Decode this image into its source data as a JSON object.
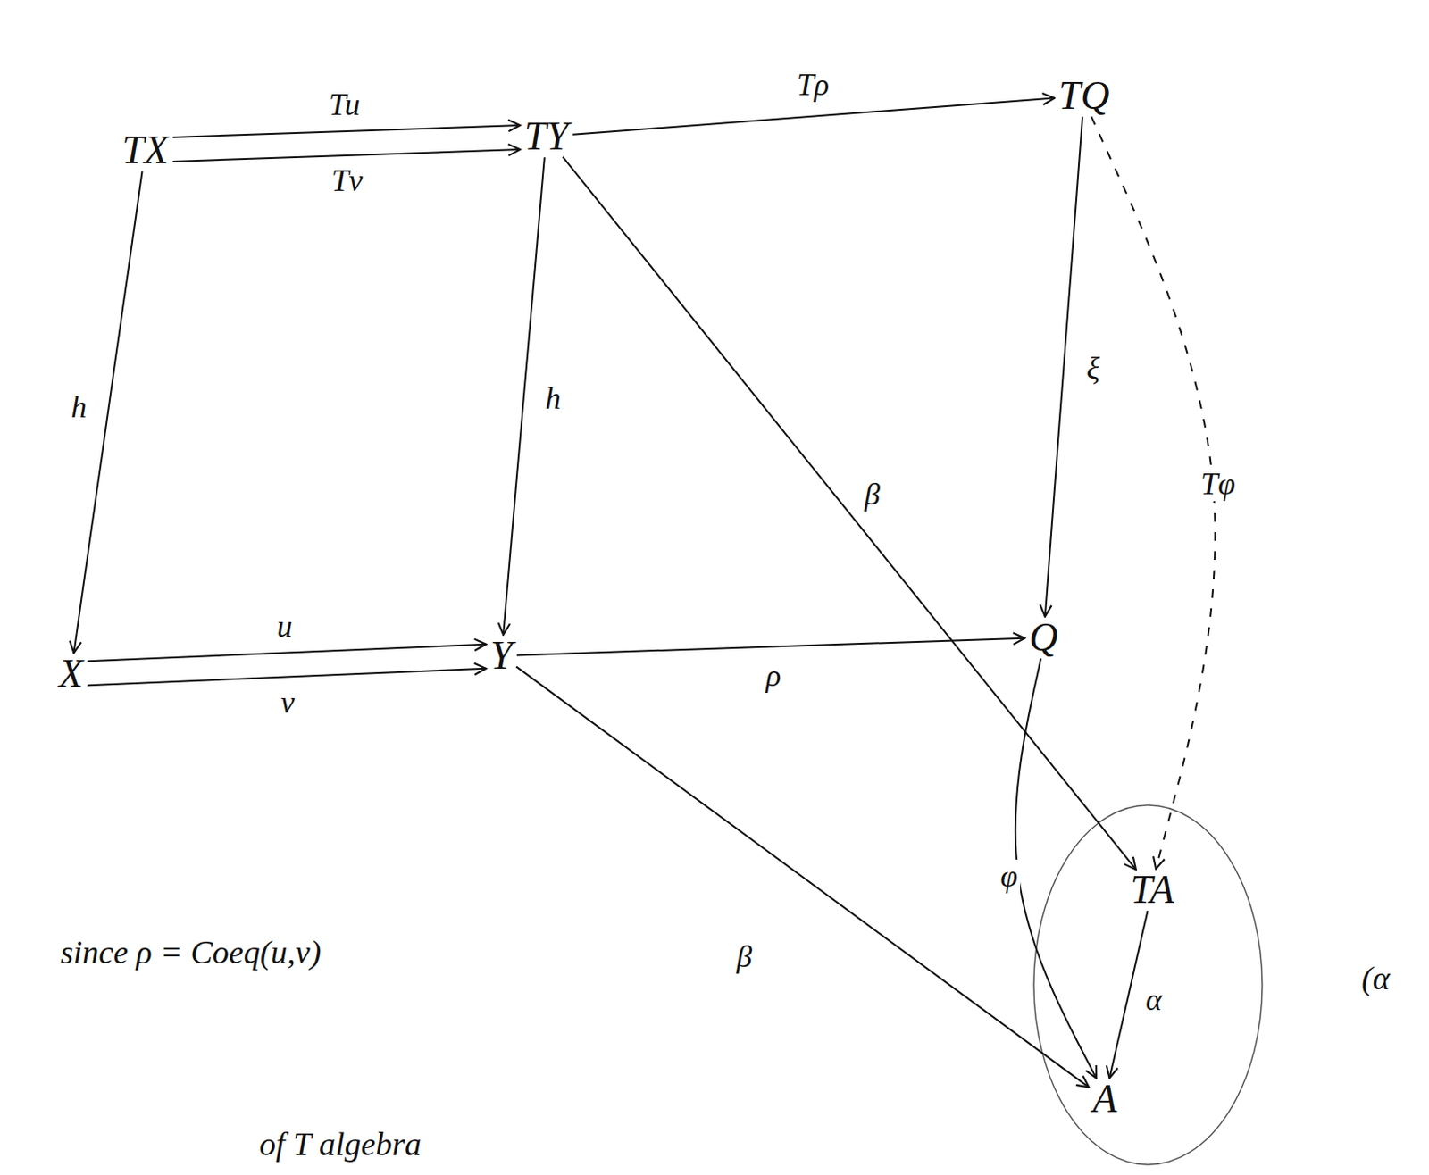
{
  "diagram": {
    "nodes": [
      {
        "text": [
          "TX"
        ]
      },
      {
        "text": [
          "TY"
        ]
      },
      {
        "text": [
          "TQ"
        ]
      },
      {
        "text": [
          "X"
        ]
      },
      {
        "text": [
          "Y"
        ]
      },
      {
        "text": [
          "Q"
        ]
      },
      {
        "text": [
          "TA"
        ]
      },
      {
        "text": [
          "A"
        ]
      }
    ],
    "edges": [
      {
        "from": 0,
        "to": 1,
        "label": "Tu",
        "arrow": "to"
      },
      {
        "from": 0,
        "to": 1,
        "label": "Tv",
        "arrow": "to"
      },
      {
        "from": 1,
        "to": 2,
        "label": "Tρ",
        "arrow": "to"
      },
      {
        "from": 0,
        "to": 3,
        "label": "h",
        "arrow": "to"
      },
      {
        "from": 1,
        "to": 4,
        "label": "h",
        "arrow": "to"
      },
      {
        "from": 2,
        "to": 5,
        "label": "ξ",
        "arrow": "to"
      },
      {
        "from": 3,
        "to": 4,
        "label": "u",
        "arrow": "to"
      },
      {
        "from": 3,
        "to": 4,
        "label": "v",
        "arrow": "to"
      },
      {
        "from": 4,
        "to": 5,
        "label": "ρ",
        "arrow": "to"
      },
      {
        "from": 2,
        "to": 6,
        "label": "Tφ",
        "arrow": "to"
      },
      {
        "from": 1,
        "to": 6,
        "label": "β",
        "arrow": "to"
      },
      {
        "from": 4,
        "to": 7,
        "label": "β",
        "arrow": "to"
      },
      {
        "from": 5,
        "to": 7,
        "label": "φ",
        "arrow": "to"
      },
      {
        "from": 6,
        "to": 7,
        "label": "α",
        "arrow": "to"
      }
    ],
    "labels": [
      "since ρ = Coeq(u,v)",
      "of T algebra",
      "(α"
    ]
  }
}
